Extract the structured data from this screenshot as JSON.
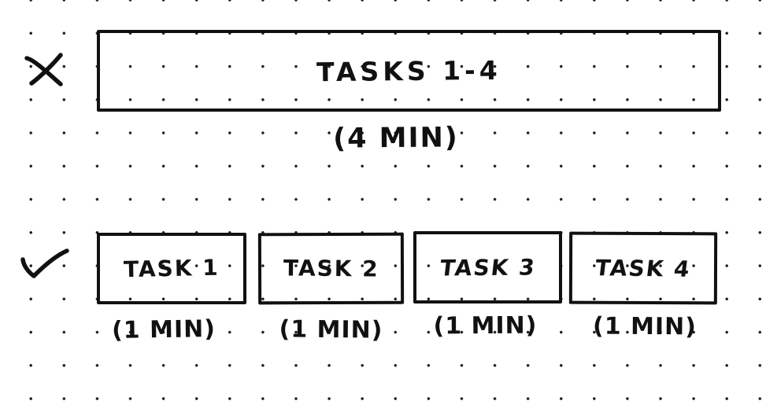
{
  "canvas": {
    "background_color": "#ffffff",
    "dot_color": "#1d1d1d",
    "ink_color": "#111111"
  },
  "top_row": {
    "verdict_icon": "x-mark",
    "box_label": "TASKS 1-4",
    "duration_label": "(4 MIN)"
  },
  "bottom_row": {
    "verdict_icon": "check-mark",
    "tasks": [
      {
        "label": "TASK 1",
        "duration": "(1 MIN)"
      },
      {
        "label": "TASK 2",
        "duration": "(1 MIN)"
      },
      {
        "label": "TASK 3",
        "duration": "(1 MIN)"
      },
      {
        "label": "TASK 4",
        "duration": "(1 MIN)"
      }
    ]
  }
}
